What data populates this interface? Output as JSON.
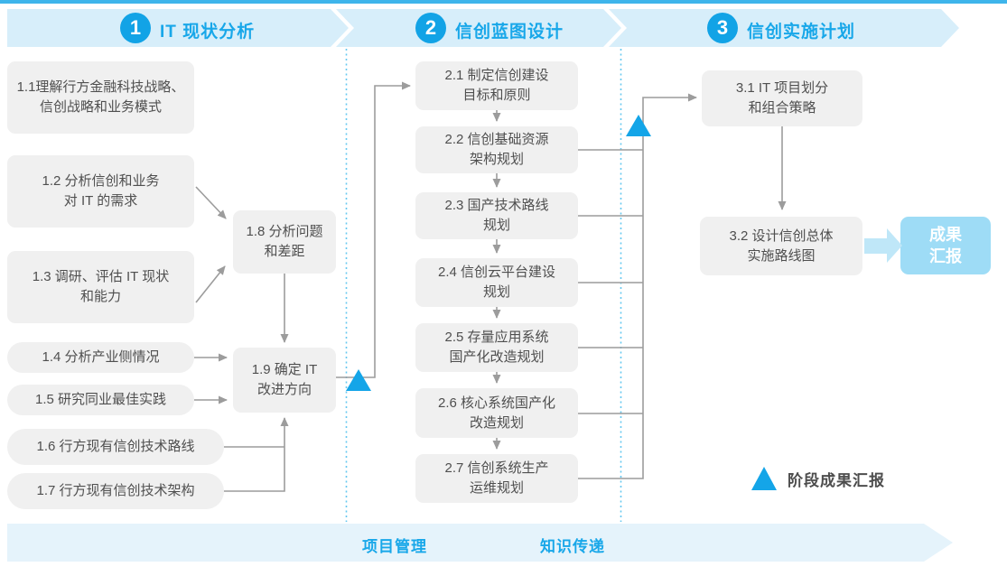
{
  "banners": [
    {
      "number": "1",
      "title": "IT 现状分析"
    },
    {
      "number": "2",
      "title": "信创蓝图设计"
    },
    {
      "number": "3",
      "title": "信创实施计划"
    }
  ],
  "boxes": {
    "phase1": [
      {
        "label": "1.1理解行方金融科技战略、\n信创战略和业务模式"
      },
      {
        "label": "1.2 分析信创和业务\n对 IT 的需求"
      },
      {
        "label": "1.3 调研、评估 IT 现状\n和能力"
      },
      {
        "label": "1.4 分析产业侧情况"
      },
      {
        "label": "1.5 研究同业最佳实践"
      },
      {
        "label": "1.6 行方现有信创技术路线"
      },
      {
        "label": "1.7 行方现有信创技术架构"
      },
      {
        "label": "1.8 分析问题\n和差距"
      },
      {
        "label": "1.9 确定 IT\n改进方向"
      }
    ],
    "phase2": [
      {
        "label": "2.1 制定信创建设\n目标和原则"
      },
      {
        "label": "2.2 信创基础资源\n架构规划"
      },
      {
        "label": "2.3 国产技术路线\n规划"
      },
      {
        "label": "2.4 信创云平台建设\n规划"
      },
      {
        "label": "2.5 存量应用系统\n国产化改造规划"
      },
      {
        "label": "2.6 核心系统国产化\n改造规划"
      },
      {
        "label": "2.7 信创系统生产\n运维规划"
      }
    ],
    "phase3": [
      {
        "label": "3.1 IT 项目划分\n和组合策略"
      },
      {
        "label": "3.2 设计信创总体\n实施路线图"
      }
    ]
  },
  "deliverable": {
    "label": "成果\n汇报"
  },
  "legend": {
    "label": "阶段成果汇报"
  },
  "footer": {
    "labels": [
      "项目管理",
      "知识传递"
    ]
  },
  "colors": {
    "accent_blue": "#18a7e9",
    "badge_blue": "#12a3e6",
    "banner_fill": "#d7eefa",
    "footer_fill": "#e5f3fb",
    "box_fill": "#f0f0f0",
    "box_text": "#4f4f4f",
    "connector_gray": "#9c9c9c",
    "deliverable_fill": "#9edcf6",
    "block_arrow_fill": "#bfe7f8",
    "divider_dotted": "#66c8f0"
  }
}
